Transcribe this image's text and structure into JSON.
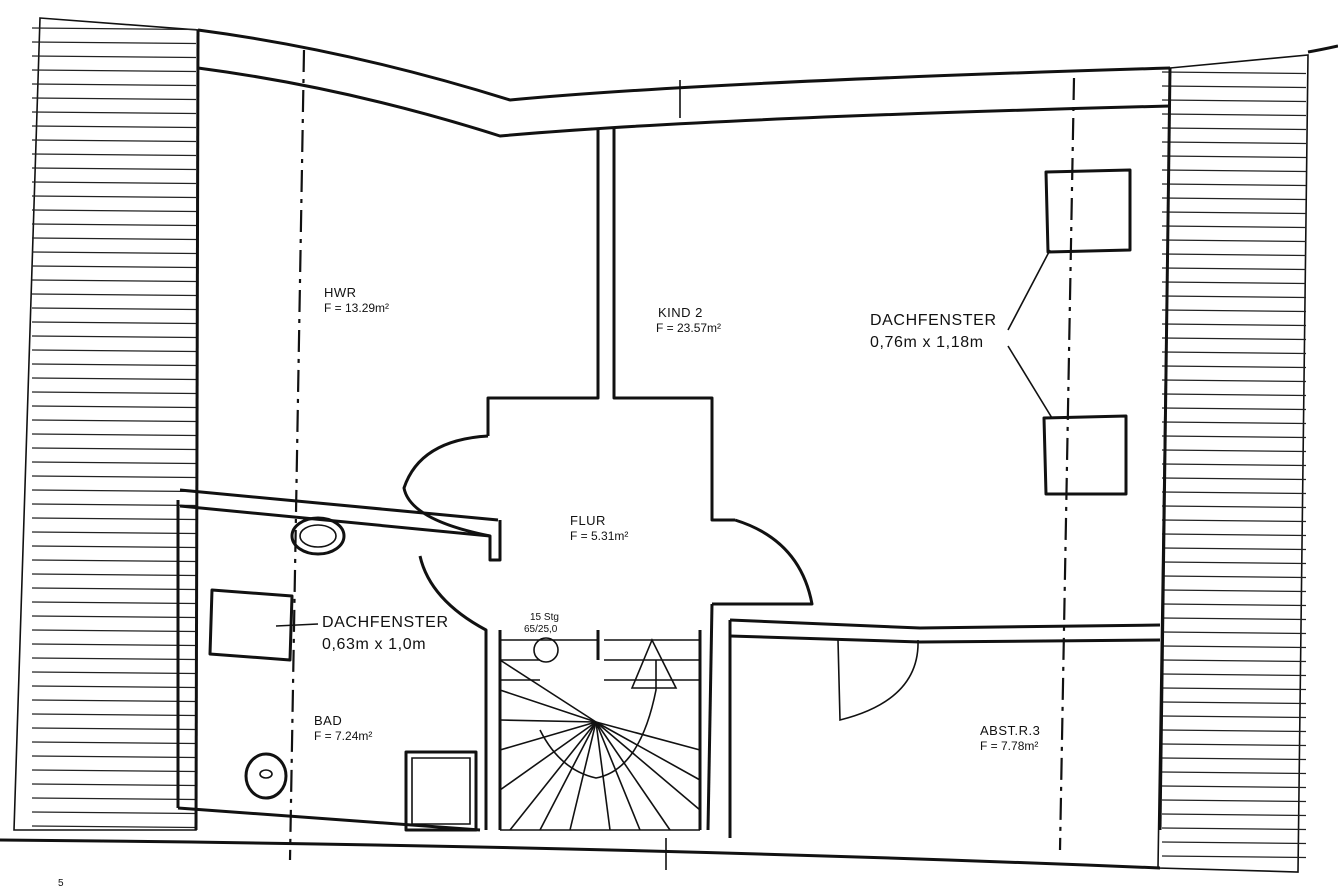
{
  "rooms": {
    "hwr": {
      "name": "HWR",
      "area": "F = 13.29m²"
    },
    "kind2": {
      "name": "KIND 2",
      "area": "F = 23.57m²"
    },
    "flur": {
      "name": "FLUR",
      "area": "F = 5.31m²"
    },
    "bad": {
      "name": "BAD",
      "area": "F = 7.24m²"
    },
    "abstr3": {
      "name": "ABST.R.3",
      "area": "F = 7.78m²"
    }
  },
  "windows": {
    "large": {
      "label": "DACHFENSTER",
      "size": "0,76m x 1,18m"
    },
    "small": {
      "label": "DACHFENSTER",
      "size": "0,63m x 1,0m"
    }
  },
  "stairs": {
    "steps": "15 Stg",
    "dimension": "65/25,0"
  },
  "margin_marks": {
    "corner_mark": "5"
  }
}
